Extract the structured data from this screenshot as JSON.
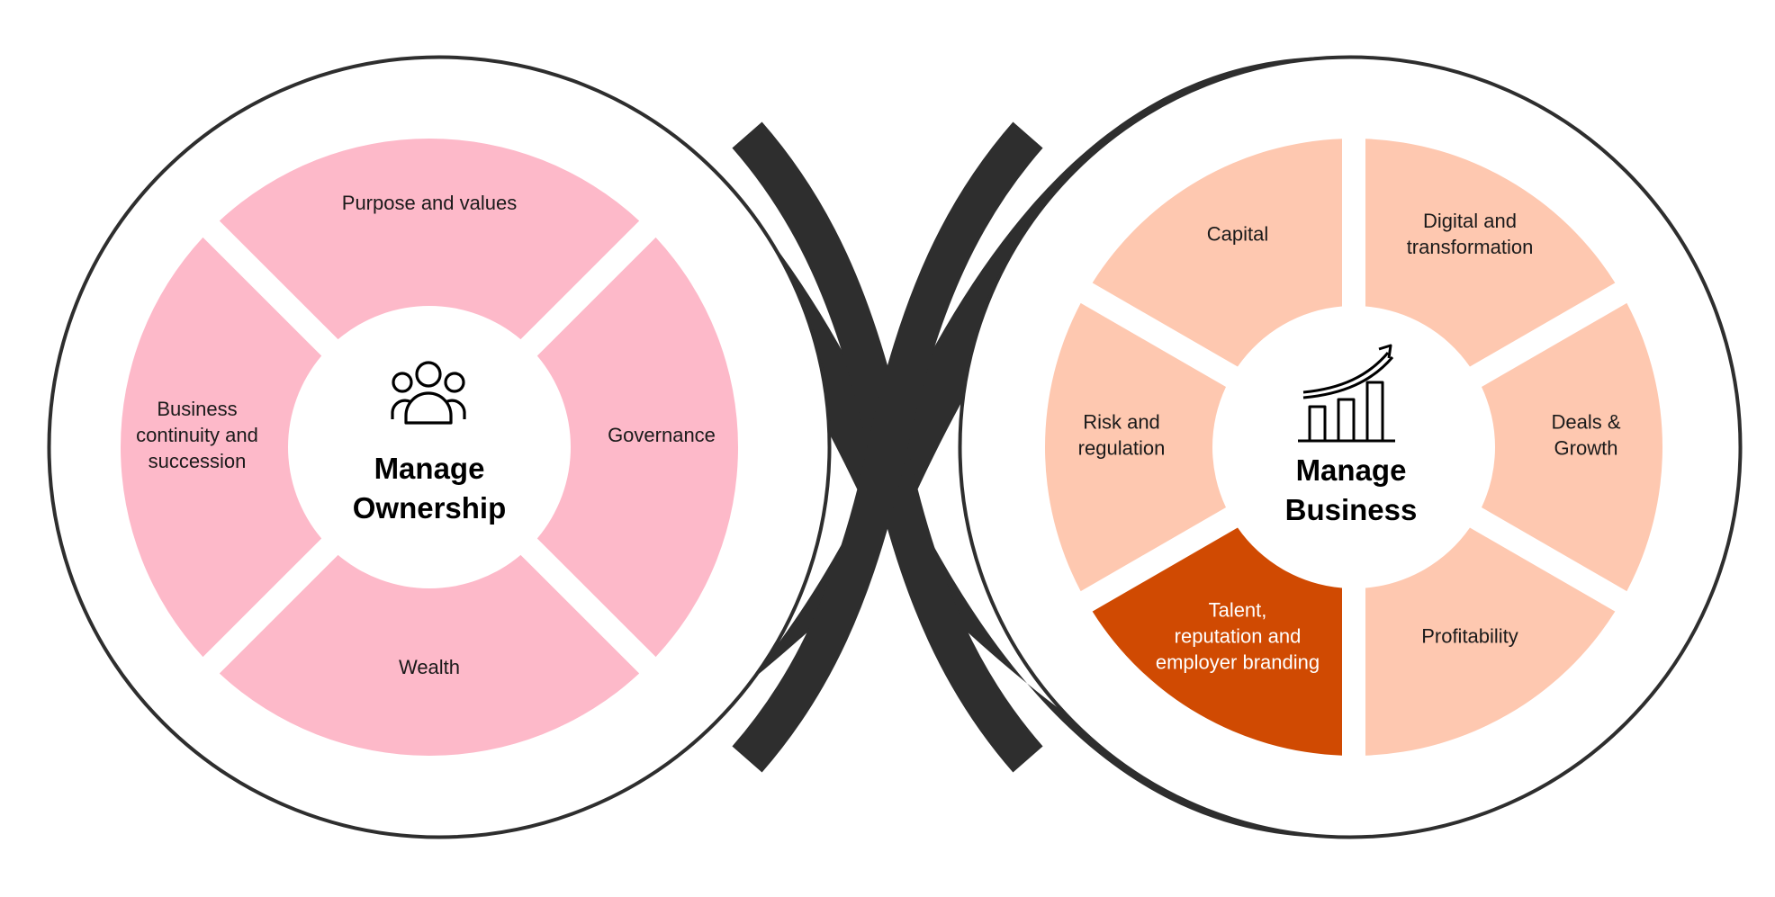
{
  "colors": {
    "band": "#2e2e2e",
    "ownership_segment": "#fdb9c9",
    "business_segment": "#fec8b0",
    "business_highlight": "#d04a02",
    "hub": "#ffffff"
  },
  "ownership": {
    "title_line1": "Manage",
    "title_line2": "Ownership",
    "icon": "people-group-icon",
    "segments": [
      {
        "label_lines": [
          "Purpose and values"
        ],
        "highlighted": false
      },
      {
        "label_lines": [
          "Governance"
        ],
        "highlighted": false
      },
      {
        "label_lines": [
          "Wealth"
        ],
        "highlighted": false
      },
      {
        "label_lines": [
          "Business",
          "continuity and",
          "succession"
        ],
        "highlighted": false
      }
    ]
  },
  "business": {
    "title_line1": "Manage",
    "title_line2": "Business",
    "icon": "growth-chart-icon",
    "segments": [
      {
        "label_lines": [
          "Digital and",
          "transformation"
        ],
        "highlighted": false
      },
      {
        "label_lines": [
          "Deals &",
          "Growth"
        ],
        "highlighted": false
      },
      {
        "label_lines": [
          "Profitability"
        ],
        "highlighted": false
      },
      {
        "label_lines": [
          "Talent,",
          "reputation and",
          "employer branding"
        ],
        "highlighted": true
      },
      {
        "label_lines": [
          "Risk and",
          "regulation"
        ],
        "highlighted": false
      },
      {
        "label_lines": [
          "Capital"
        ],
        "highlighted": false
      }
    ]
  }
}
